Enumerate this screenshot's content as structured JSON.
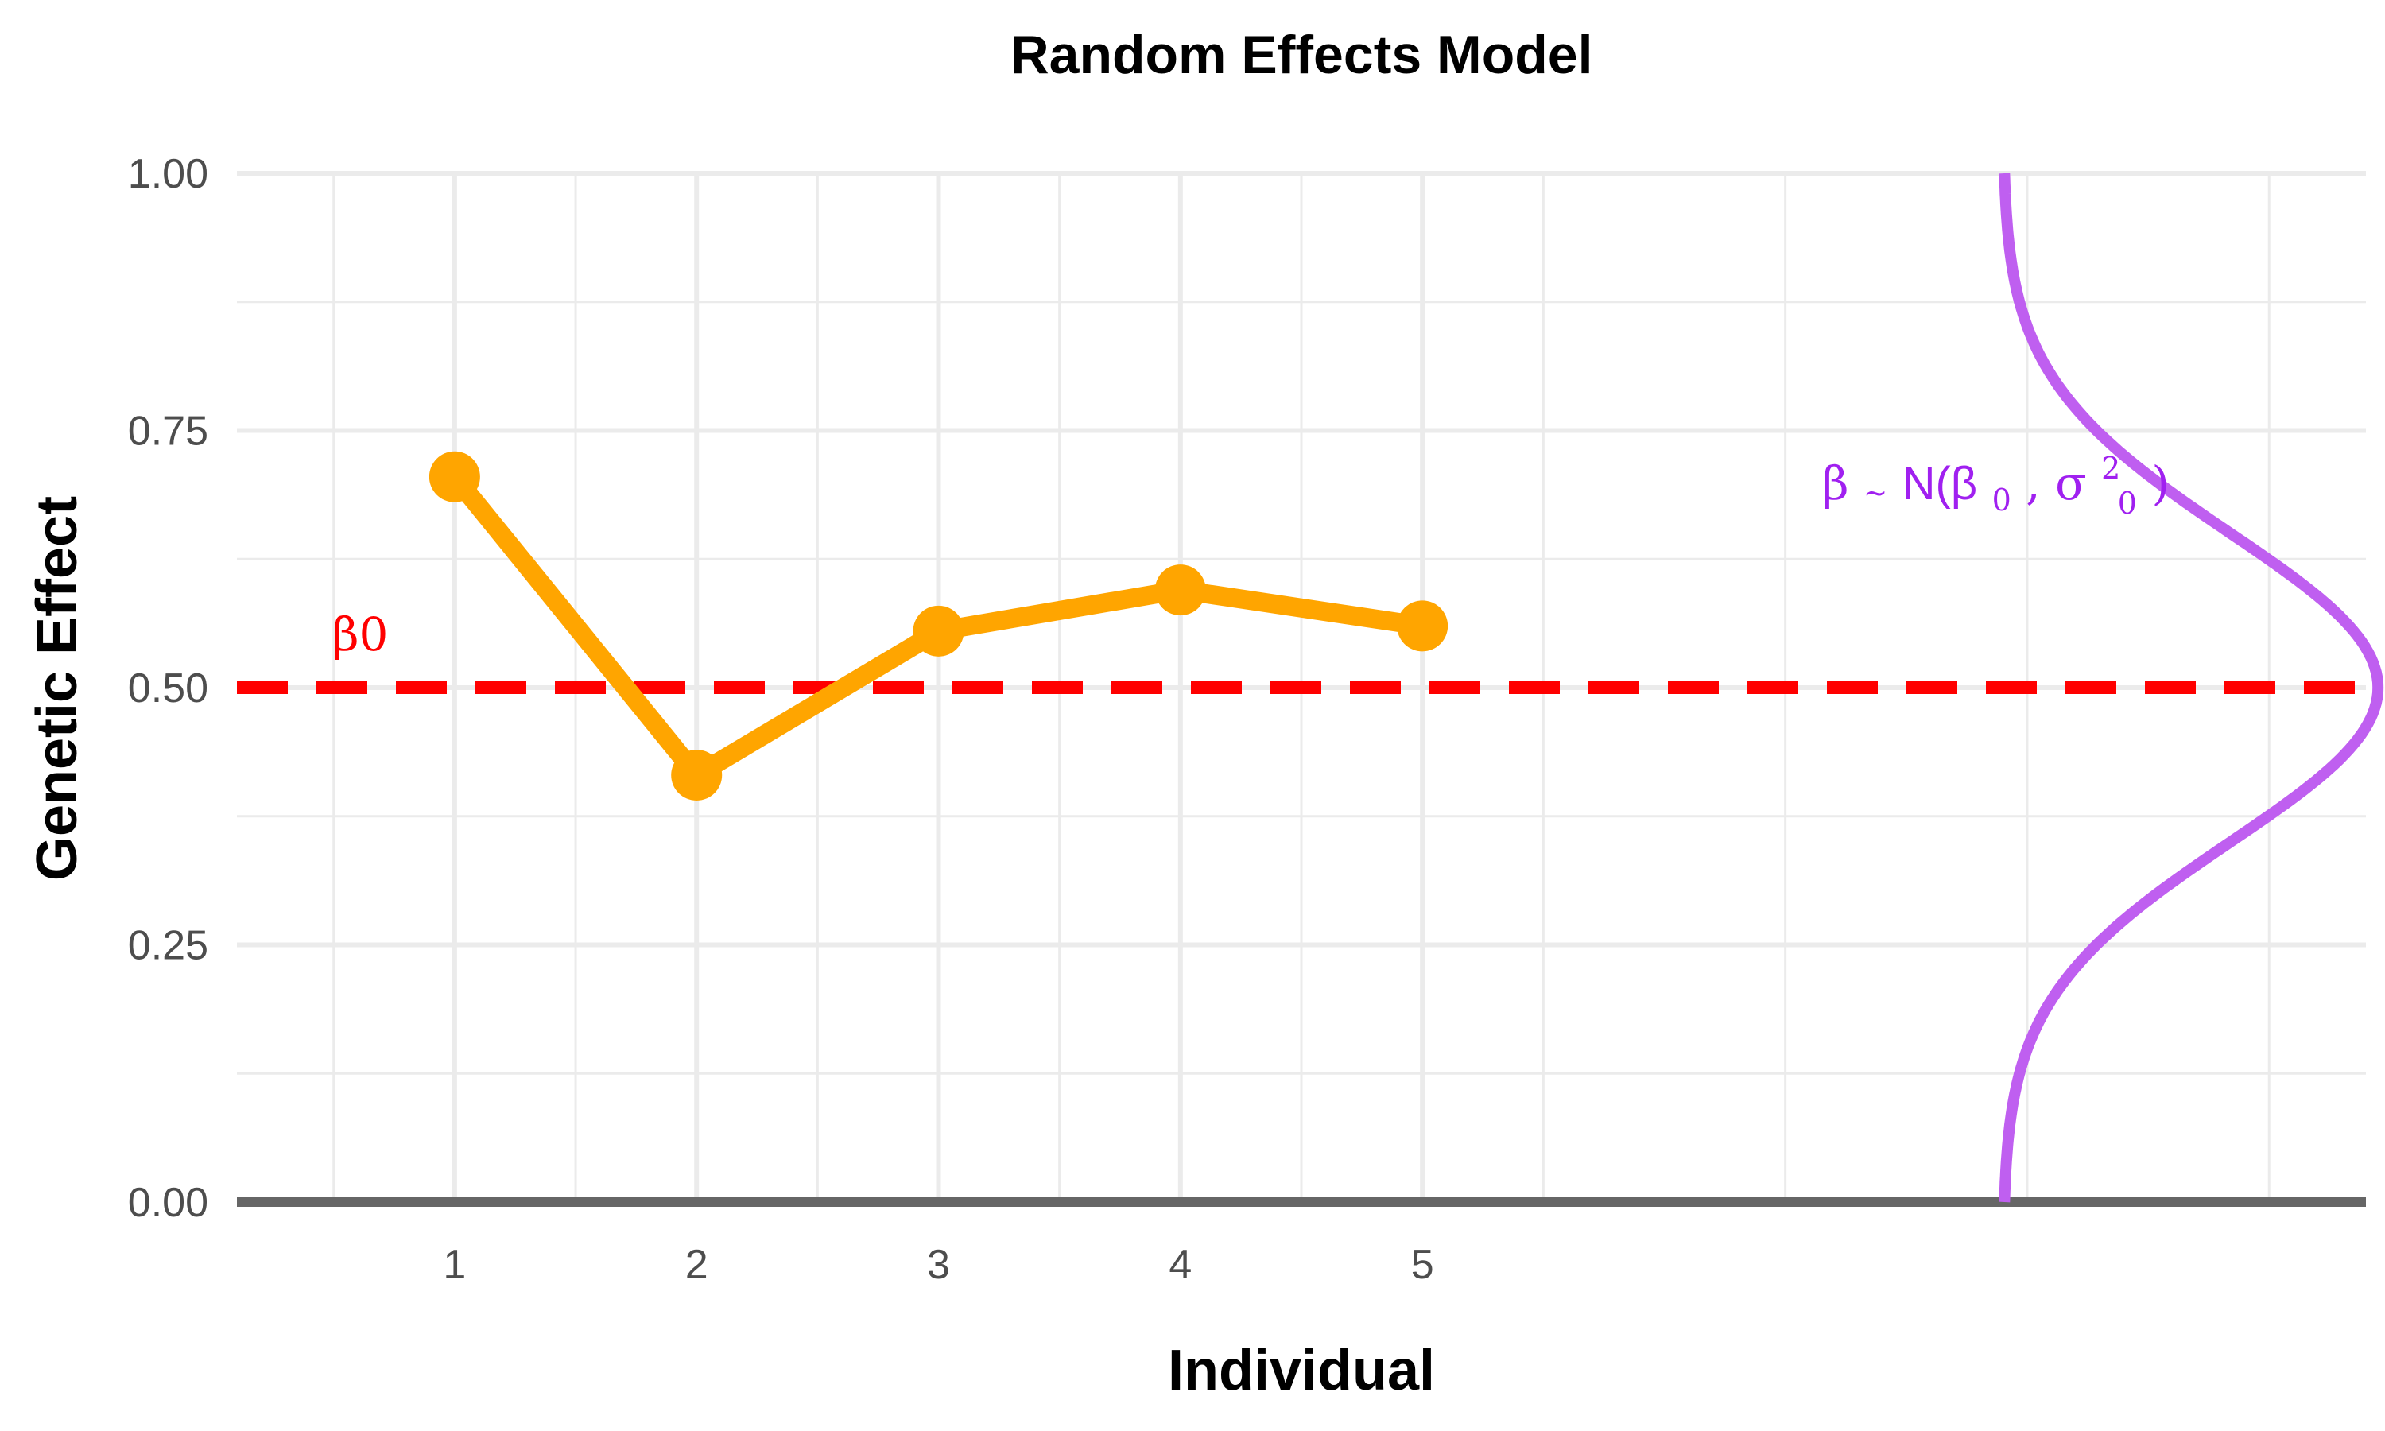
{
  "chart_data": {
    "type": "line",
    "title": "Random Effects Model",
    "xlabel": "Individual",
    "ylabel": "Genetic Effect",
    "x_ticks": [
      "1",
      "2",
      "3",
      "4",
      "5"
    ],
    "y_ticks": [
      "0.00",
      "0.25",
      "0.50",
      "0.75",
      "1.00"
    ],
    "xlim": [
      0.1,
      8.9
    ],
    "ylim": [
      0,
      1
    ],
    "grid": true,
    "series": [
      {
        "x": [
          1,
          2,
          3,
          4,
          5
        ],
        "values": [
          0.705,
          0.415,
          0.555,
          0.595,
          0.56
        ],
        "color": "#FFA500"
      }
    ],
    "reference_line": {
      "y": 0.5,
      "label": "β0",
      "color": "#FF0000",
      "style": "dashed"
    },
    "baseline": {
      "y": 0,
      "color": "#666666"
    },
    "distribution_curve": {
      "label": {
        "a": "β",
        "b": "~",
        "c": "N(β",
        "d": "0",
        "e": ", σ",
        "f": "2",
        "g": "0",
        "h": ")"
      },
      "mean": 0.5,
      "sd": 0.15,
      "x_base": 7.4,
      "x_peak": 8.95,
      "color": "#BF5FF0",
      "label_color": "#A020F0"
    }
  }
}
